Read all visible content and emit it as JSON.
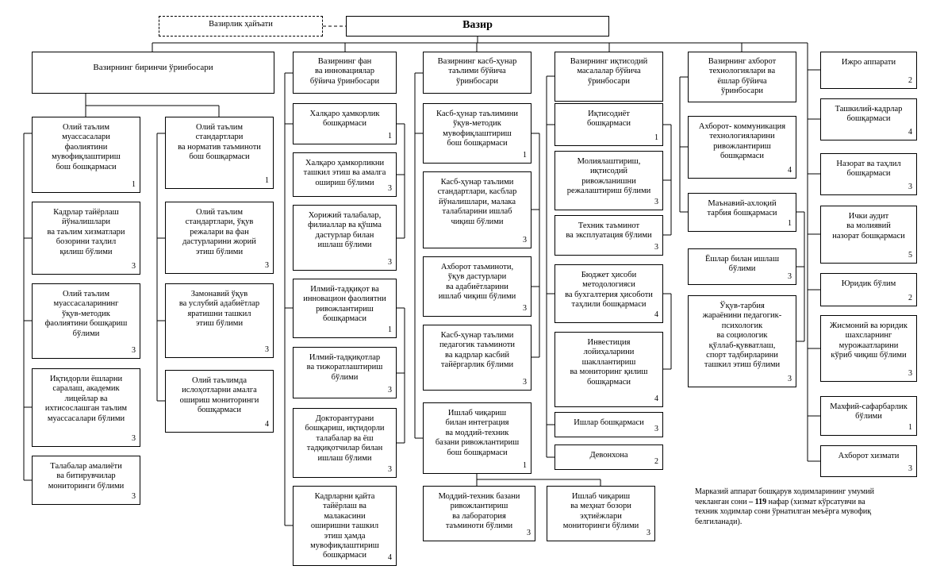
{
  "minister": "Вазир",
  "board": "Вазирлик ҳайъати",
  "col1": {
    "head": "Вазирнинг биринчи ўринбосари",
    "a": [
      {
        "text": "Олий таълим\nмуассасалари\nфаолиятини\nмувофиқлаштириш\nбош бошқармаси",
        "num": "1"
      },
      {
        "text": "Кадрлар тайёрлаш\nйўналишлари\nва таълим хизматлари\nбозорини таҳлил\nқилиш бўлими",
        "num": "3"
      },
      {
        "text": "Олий таълим\nмуассасаларининг\nўқув-методик\nфаолиятини бошқариш\nбўлими",
        "num": "3"
      },
      {
        "text": "Иқтидорли ёшларни\nсаралаш, академик\nлицейлар ва\nихтисослашган таълим\nмуассасалари бўлими",
        "num": "3"
      },
      {
        "text": "Талабалар амалиёти\nва битирувчилар\nмониторинги бўлими",
        "num": "3"
      }
    ],
    "b": [
      {
        "text": "Олий таълим\nстандартлари\nва норматив таъминоти\nбош бошқармаси",
        "num": "1"
      },
      {
        "text": "Олий таълим\nстандартлари, ўқув\nрежалари ва фан\nдастурларини жорий\nэтиш бўлими",
        "num": "3"
      },
      {
        "text": "Замонавий ўқув\nва услубий адабиётлар\nяратишни ташкил\nэтиш бўлими",
        "num": "3"
      },
      {
        "text": "Олий таълимда\nислоҳотларни амалга\nошириш мониторинги\nбошқармаси",
        "num": "4"
      }
    ]
  },
  "col2": {
    "head": "Вазирнинг фан\nва инновациялар\nбўйича ўринбосари",
    "items": [
      {
        "text": "Халқаро ҳамкорлик\nбошқармаси",
        "num": "1"
      },
      {
        "text": "Халқаро ҳамкорликни\nташкил этиш ва амалга\nошириш бўлими",
        "num": "3"
      },
      {
        "text": "Хорижий талабалар,\nфилиаллар ва қўшма\nдастурлар билан\nишлаш бўлими",
        "num": "3"
      },
      {
        "text": "Илмий-тадқиқот ва\nинновацион фаолиятни\nривожлантириш\nбошқармаси",
        "num": "1"
      },
      {
        "text": "Илмий-тадқиқотлар\nва тижоратлаштириш\nбўлими",
        "num": "3"
      },
      {
        "text": "Докторантурани\nбошқариш, иқтидорли\nталабалар ва ёш\nтадқиқотчилар билан\nишлаш бўлими",
        "num": "3"
      },
      {
        "text": "Кадрларни қайта\nтайёрлаш ва\nмалакасини\nоширишни ташкил\nэтиш ҳамда\nмувофиқлаштириш\nбошқармаси",
        "num": "4"
      }
    ]
  },
  "col3": {
    "head": "Вазирнинг касб-ҳунар\nтаълими бўйича\nўринбосари",
    "items": [
      {
        "text": "Касб-ҳунар таълимини\nўқув-методик\nмувофиқлаштириш\nбош бошқармаси",
        "num": "1"
      },
      {
        "text": "Касб-ҳунар таълими\nстандартлари, касблар\nйўналишлари, малака\nталабларини ишлаб\nчиқиш бўлими",
        "num": "3"
      },
      {
        "text": "Ахборот таъминоти,\nўқув дастурлари\nва адабиётларини\nишлаб чиқиш бўлими",
        "num": "3"
      },
      {
        "text": "Касб-ҳунар таълими\nпедагогик таъминоти\nва кадрлар касбий\nтайёргарлик бўлими",
        "num": "3"
      },
      {
        "text": "Ишлаб чиқариш\nбилан интеграция\nва моддий-техник\nбазани ривожлантириш\nбош бошқармаси",
        "num": "1"
      }
    ],
    "sub": [
      {
        "text": "Моддий-техник базани\nривожлантириш\nва лаборатория\nтаъминоти бўлими",
        "num": "3"
      },
      {
        "text": "Ишлаб чиқариш\nва меҳнат бозори\nэҳтиёжлари\nмониторинги бўлими",
        "num": "3"
      }
    ]
  },
  "col4": {
    "head": "Вазирнинг иқтисодий\nмасалалар бўйича\nўринбосари",
    "items": [
      {
        "text": "Иқтисодиёт\nбошқармаси",
        "num": "1"
      },
      {
        "text": "Молиялаштириш,\nиқтисодий\nривожланишни\nрежалаштириш бўлими",
        "num": "3"
      },
      {
        "text": "Техник таъминот\nва эксплуатация бўлими",
        "num": "3"
      },
      {
        "text": "Бюджет ҳисоби\nметодологияси\nва бухгалтерия ҳисоботи\nтаҳлили бошқармаси",
        "num": "4"
      },
      {
        "text": "Инвестиция\nлойиҳаларини\nшакллантириш\nва мониторинг қилиш\nбошқармаси",
        "num": "4"
      },
      {
        "text": "Ишлар бошқармаси",
        "num": "3"
      },
      {
        "text": "Девонхона",
        "num": "2"
      }
    ]
  },
  "col5": {
    "head": "Вазирнинг ахборот\nтехнологиялари ва\nёшлар бўйича\nўринбосари",
    "items": [
      {
        "text": "Ахборот- коммуникация\nтехнологияларини\nривожлантириш\nбошқармаси",
        "num": "4"
      },
      {
        "text": "Маънавий-ахлоқий\nтарбия бошқармаси",
        "num": "1"
      },
      {
        "text": "Ёшлар билан ишлаш\nбўлими",
        "num": "3"
      },
      {
        "text": "Ўқув-тарбия\nжараёнини педагогик-\nпсихологик\nва социологик\nқўллаб-қувватлаш,\nспорт тадбирларини\nташкил этиш бўлими",
        "num": "3"
      }
    ]
  },
  "col6": {
    "items": [
      {
        "text": "Ижро аппарати",
        "num": "2"
      },
      {
        "text": "Ташкилий-кадрлар\nбошқармаси",
        "num": "4"
      },
      {
        "text": "Назорат ва таҳлил\nбошқармаси",
        "num": "3"
      },
      {
        "text": "Ички аудит\nва молиявий\nназорат бошқармаси",
        "num": "5"
      },
      {
        "text": "Юридик бўлим",
        "num": "2"
      },
      {
        "text": "Жисмоний ва юридик\nшахсларнинг\nмурожаатларини\nкўриб чиқиш бўлими",
        "num": "3"
      },
      {
        "text": "Махфий-сафарбарлик\nбўлими",
        "num": "1"
      },
      {
        "text": "Ахборот хизмати",
        "num": "3"
      }
    ]
  },
  "note": {
    "before": "Марказий аппарат бошқарув ходимларининг умумий\nчекланган сони ",
    "bold": "– 119",
    "after": " нафар (хизмат кўрсатувчи ва\nтехник ходимлар сони ўрнатилган меъёрга мувофиқ\nбелгиланади)."
  }
}
